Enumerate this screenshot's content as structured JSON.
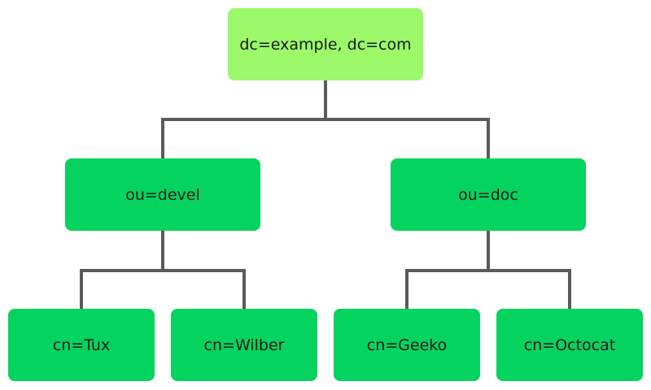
{
  "colors": {
    "root_fill": "#9bf96a",
    "node_fill": "#05d35f",
    "connector": "#5a5a5a",
    "text": "#1a1a1a"
  },
  "tree": {
    "root": {
      "label": "dc=example, dc=com"
    },
    "ou_devel": {
      "label": "ou=devel"
    },
    "ou_doc": {
      "label": "ou=doc"
    },
    "cn_tux": {
      "label": "cn=Tux"
    },
    "cn_wilber": {
      "label": "cn=Wilber"
    },
    "cn_geeko": {
      "label": "cn=Geeko"
    },
    "cn_octocat": {
      "label": "cn=Octocat"
    }
  }
}
